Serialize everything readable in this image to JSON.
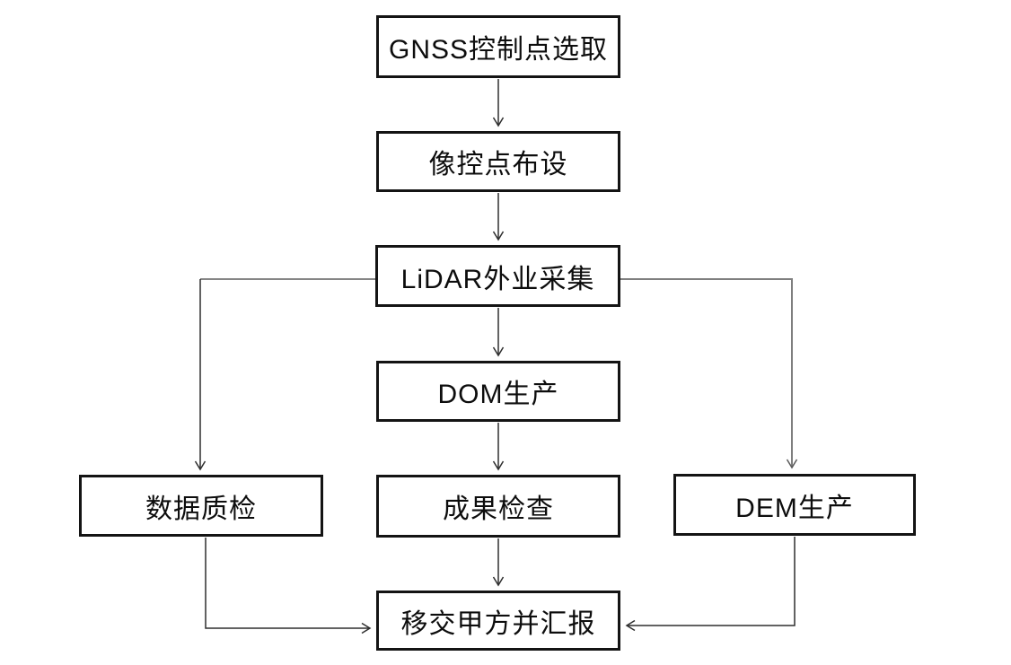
{
  "diagram": {
    "type": "flowchart",
    "background_color": "#ffffff",
    "node_border_color": "#141414",
    "edge_color": "#2f2f2f",
    "edge_gray_color": "#858585",
    "text_color": "#0d0d0d",
    "nodes": [
      {
        "id": "gnss-control-point-selection",
        "label": "GNSS控制点选取"
      },
      {
        "id": "image-control-point-layout",
        "label": "像控点布设"
      },
      {
        "id": "lidar-field-collection",
        "label": "LiDAR外业采集"
      },
      {
        "id": "dom-production",
        "label": "DOM生产"
      },
      {
        "id": "data-quality-check",
        "label": "数据质检"
      },
      {
        "id": "result-inspection",
        "label": "成果检查"
      },
      {
        "id": "dem-production",
        "label": "DEM生产"
      },
      {
        "id": "handover-and-report",
        "label": "移交甲方并汇报"
      }
    ],
    "edges": [
      {
        "from": "gnss-control-point-selection",
        "to": "image-control-point-layout"
      },
      {
        "from": "image-control-point-layout",
        "to": "lidar-field-collection"
      },
      {
        "from": "lidar-field-collection",
        "to": "dom-production"
      },
      {
        "from": "lidar-field-collection",
        "to": "data-quality-check"
      },
      {
        "from": "lidar-field-collection",
        "to": "dem-production"
      },
      {
        "from": "dom-production",
        "to": "result-inspection"
      },
      {
        "from": "result-inspection",
        "to": "handover-and-report"
      },
      {
        "from": "data-quality-check",
        "to": "handover-and-report"
      },
      {
        "from": "dem-production",
        "to": "handover-and-report"
      }
    ]
  }
}
